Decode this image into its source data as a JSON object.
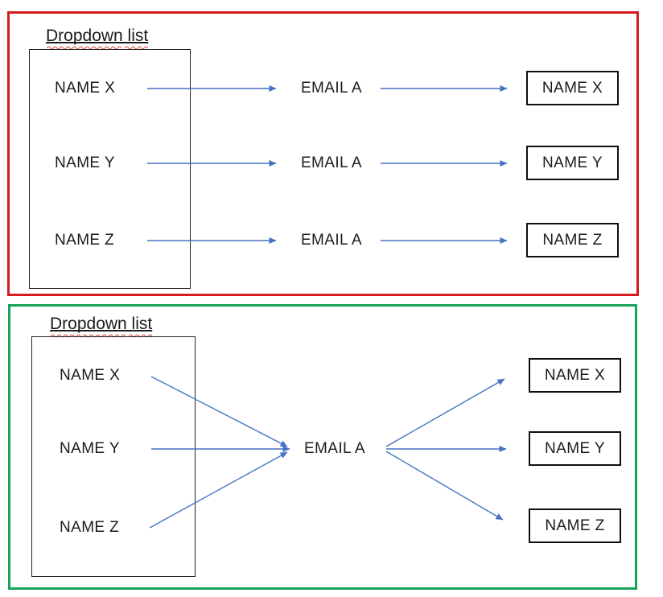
{
  "colors": {
    "top_panel_border": "#d41a1d",
    "bottom_panel_border": "#14a45a",
    "arrow": "#4472c4",
    "box_border": "#000000",
    "text": "#1b1b1b",
    "spellcheck_underline": "#e04a43"
  },
  "top_panel": {
    "label": "Dropdown list",
    "dropdown_items": [
      "NAME X",
      "NAME Y",
      "NAME Z"
    ],
    "email_labels": [
      "EMAIL A",
      "EMAIL A",
      "EMAIL A"
    ],
    "result_boxes": [
      "NAME X",
      "NAME Y",
      "NAME Z"
    ]
  },
  "bottom_panel": {
    "label": "Dropdown list",
    "dropdown_items": [
      "NAME X",
      "NAME Y",
      "NAME Z"
    ],
    "email_label": "EMAIL A",
    "result_boxes": [
      "NAME X",
      "NAME Y",
      "NAME Z"
    ]
  }
}
